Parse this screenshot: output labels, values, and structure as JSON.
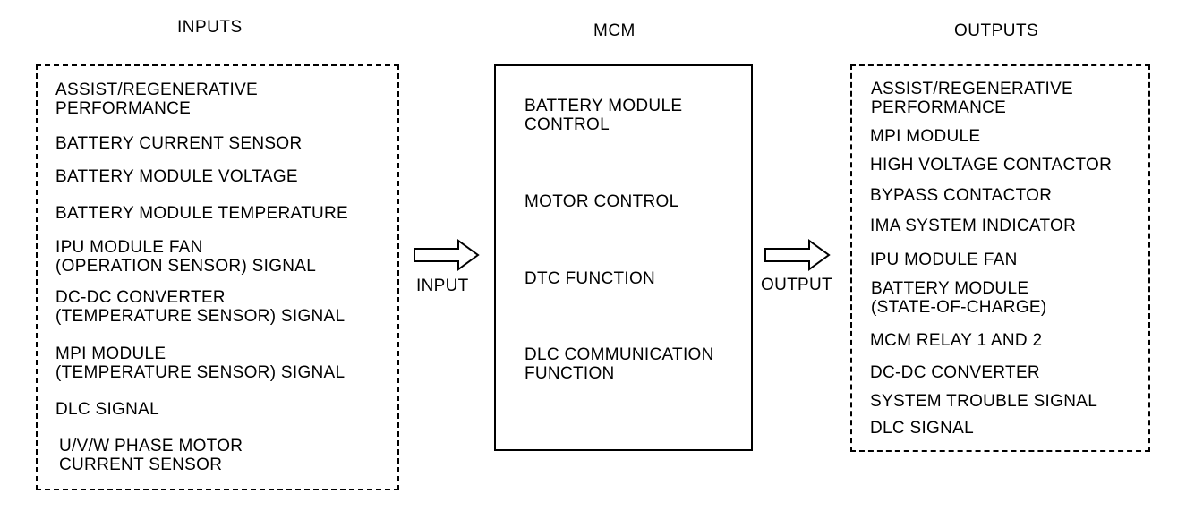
{
  "headers": {
    "inputs": "INPUTS",
    "mcm": "MCM",
    "outputs": "OUTPUTS"
  },
  "arrows": {
    "input_label": "INPUT",
    "output_label": "OUTPUT"
  },
  "inputs": [
    "ASSIST/REGENERATIVE\nPERFORMANCE",
    "BATTERY CURRENT SENSOR",
    "BATTERY MODULE VOLTAGE",
    "BATTERY MODULE TEMPERATURE",
    "IPU MODULE FAN\n(OPERATION SENSOR) SIGNAL",
    "DC-DC CONVERTER\n(TEMPERATURE SENSOR) SIGNAL",
    "MPI MODULE\n(TEMPERATURE SENSOR) SIGNAL",
    "DLC SIGNAL",
    "U/V/W PHASE MOTOR\nCURRENT SENSOR"
  ],
  "mcm": [
    "BATTERY MODULE\nCONTROL",
    "MOTOR CONTROL",
    "DTC FUNCTION",
    "DLC COMMUNICATION\nFUNCTION"
  ],
  "outputs": [
    "ASSIST/REGENERATIVE\nPERFORMANCE",
    "MPI MODULE",
    "HIGH VOLTAGE CONTACTOR",
    "BYPASS CONTACTOR",
    "IMA SYSTEM INDICATOR",
    "IPU MODULE FAN",
    "BATTERY MODULE\n(STATE-OF-CHARGE)",
    "MCM RELAY 1 AND 2",
    "DC-DC CONVERTER",
    "SYSTEM TROUBLE SIGNAL",
    "DLC SIGNAL"
  ]
}
